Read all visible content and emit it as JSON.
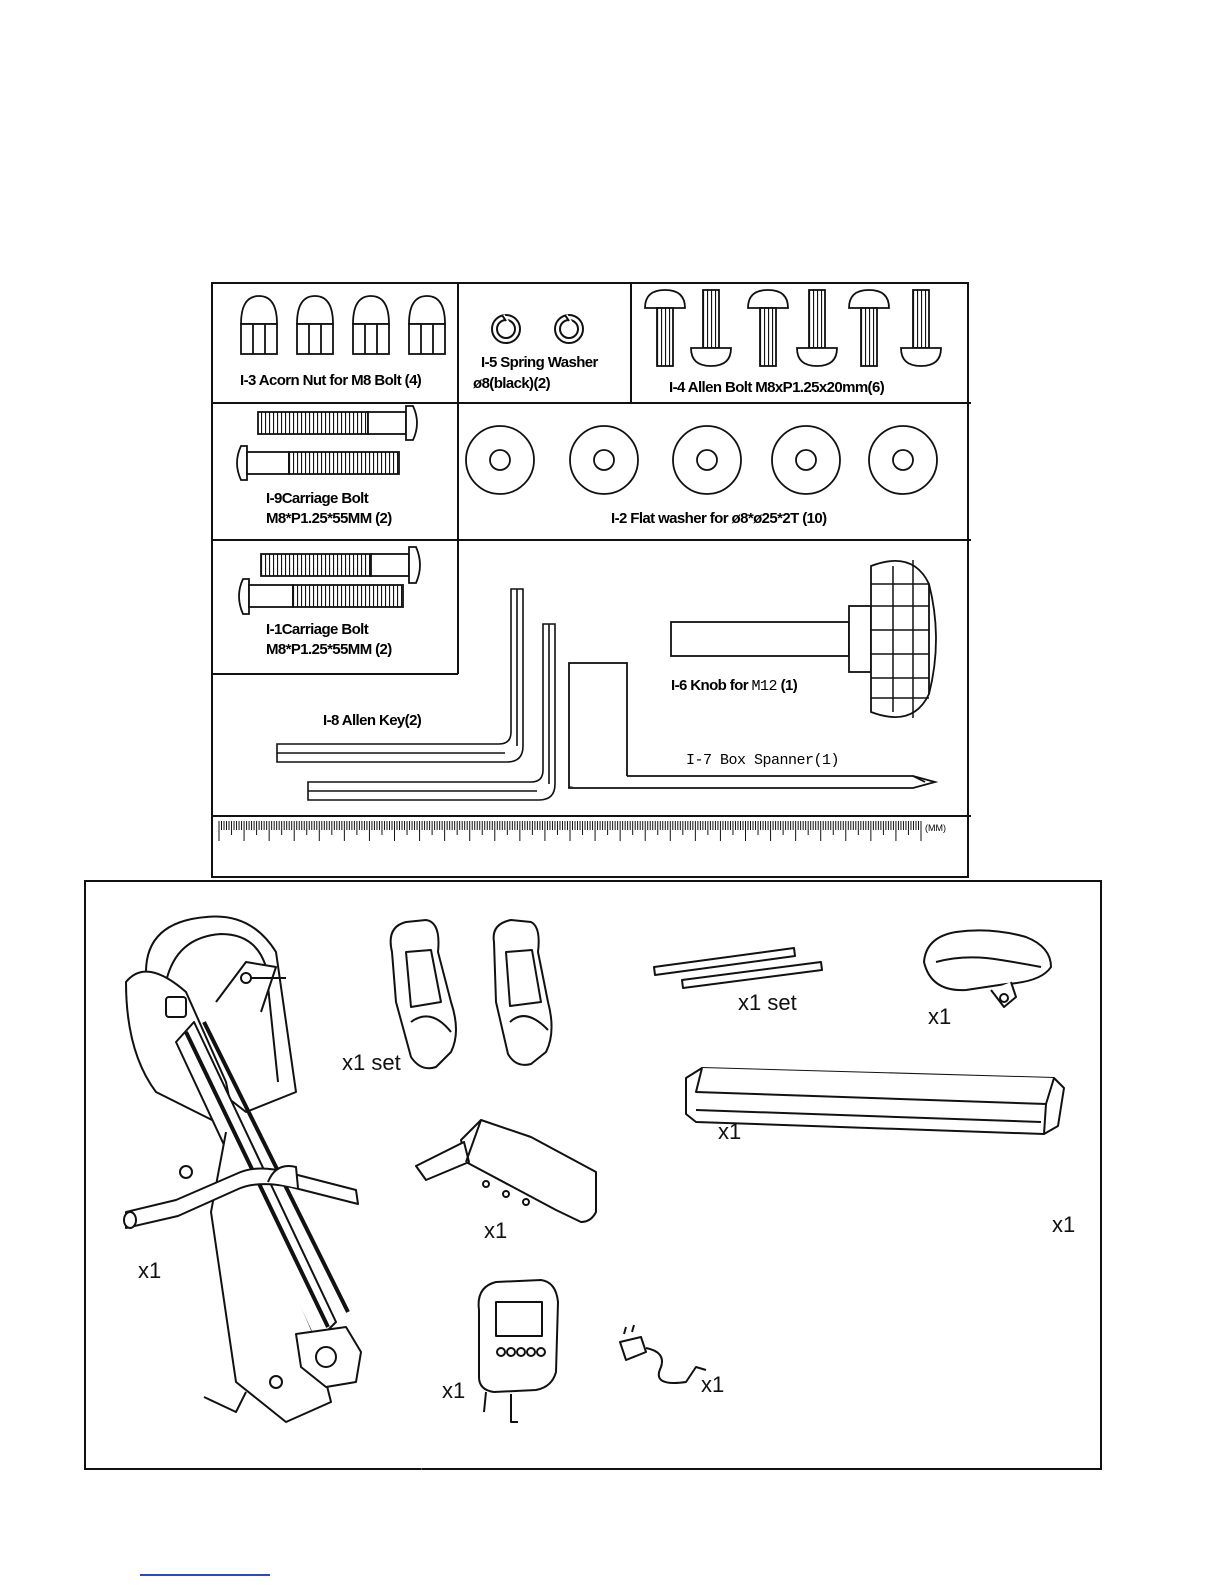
{
  "hardware": {
    "acorn_nut": "I-3 Acorn Nut  for M8 Bolt (4)",
    "spring_washer_1": "I-5 Spring Washer",
    "spring_washer_2": "ø8(black)(2)",
    "allen_bolt": "I-4  Allen Bolt M8xP1.25x20mm(6)",
    "carriage_bolt_9_1": "I-9Carriage Bolt",
    "carriage_bolt_9_2": "M8*P1.25*55MM (2)",
    "flat_washer": "I-2  Flat washer for ø8*ø25*2T (10)",
    "carriage_bolt_1_1": "I-1Carriage Bolt",
    "carriage_bolt_1_2": "M8*P1.25*55MM (2)",
    "knob_prefix": "I-6  Knob for",
    "knob_thread": "M12",
    "knob_qty": "(1)",
    "allen_key": "I-8 Allen Key(2)",
    "box_spanner": "I-7 Box Spanner(1)",
    "ruler_unit": "(MM)"
  },
  "parts": {
    "main_frame_qty": "x1",
    "pedals_qty": "x1 set",
    "rods_qty": "x1 set",
    "seat_qty": "x1",
    "rail_qty": "x1",
    "front_stabilizer_qty": "x1",
    "rear_stabilizer_qty": "x1",
    "console_qty": "x1",
    "adapter_qty": "x1"
  }
}
